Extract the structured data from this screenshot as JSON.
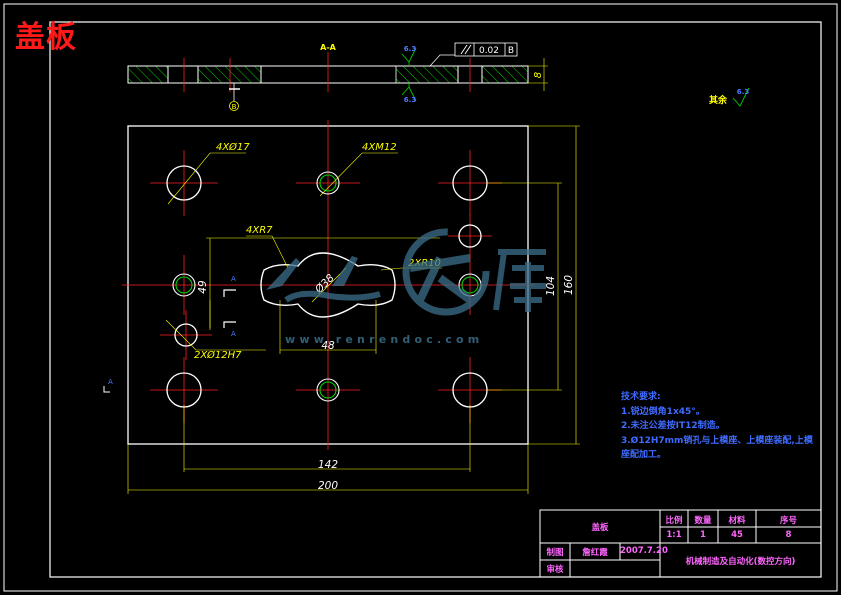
{
  "title": "盖板",
  "dimensions": {
    "d1": "4XØ17",
    "d2": "4XM12",
    "d3": "4XR7",
    "d4": "2XR10",
    "d5": "Ø38",
    "d6": "49",
    "d7": "104",
    "d8": "160",
    "d9": "48",
    "d10": "2XØ12H7",
    "d11": "142",
    "d12": "200",
    "d13": "8",
    "tolerance": "0.02",
    "datum": "B"
  },
  "section_labels": {
    "a_top": "A-A",
    "b_ref": "B",
    "a_left": "A",
    "a_right": "A",
    "a_mark": "A"
  },
  "roughness": {
    "value": "6.3",
    "remaining_label": "其余"
  },
  "notes": {
    "heading": "技术要求:",
    "n1": "1.锐边倒角1x45°。",
    "n2": "2.未注公差按IT12制造。",
    "n3": "3.Ø12H7mm销孔与上模座、上模座装配,上模座配加工。"
  },
  "title_block": {
    "part_name": "盖板",
    "h_scale": "比例",
    "h_qty": "数量",
    "h_material": "材料",
    "h_no": "序号",
    "v_scale": "1:1",
    "v_qty": "1",
    "v_material": "45",
    "v_no": "8",
    "r_design": "制图",
    "designer": "詹红霞",
    "date": "2007.7.20",
    "r_check": "审核",
    "school": "机械制造及自动化(数控方向)"
  },
  "watermark": {
    "url": "www.renrendoc.com"
  },
  "colors": {
    "outline": "#ffffff",
    "center": "#ff2020",
    "dimension": "#ffff00",
    "hatch": "#00d000",
    "notes": "#3f6bff",
    "title": "#ff1a1a"
  }
}
